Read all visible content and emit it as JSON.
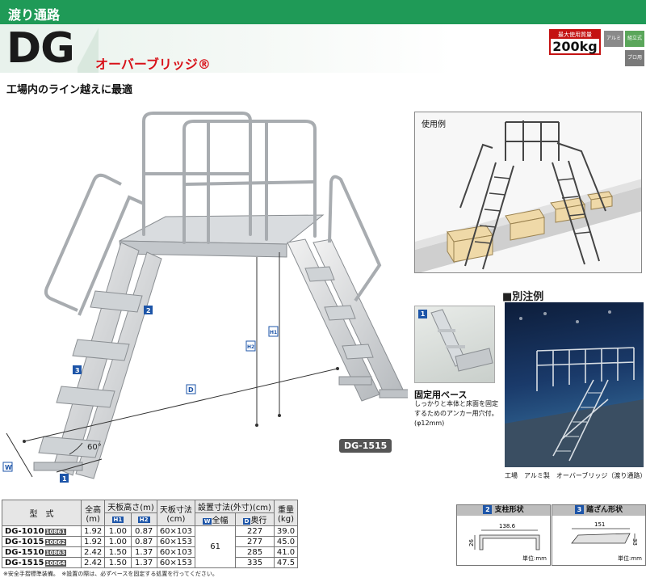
{
  "header": {
    "category": "渡り通路",
    "model_code": "DG",
    "product_name": "オーバーブリッジ®",
    "max_load_label": "最大使用質量",
    "max_load_value": "200kg",
    "materials": [
      "アルミ",
      "組立式",
      "プロ用"
    ]
  },
  "tagline": "工場内のライン越えに最適",
  "hero": {
    "model_label": "DG-1515",
    "callouts": [
      "1",
      "2",
      "3"
    ],
    "dimension_labels": [
      "D",
      "H1",
      "H2",
      "W"
    ],
    "angle": "60°"
  },
  "usage": {
    "title": "使用例"
  },
  "custom": {
    "title": "■別注例",
    "base_number": "1",
    "base_title": "固定用ベース",
    "base_desc": "しっかりと本体と床面を固定するためのアンカー用穴付。(φ12mm)",
    "photo_caption": "工場　アルミ製　オーバーブリッジ（渡り通路）"
  },
  "spec_table": {
    "h_model": "型　式",
    "h_height": "全高",
    "h_height_unit": "(m)",
    "h_top": "天板高さ(m)",
    "h_h1": "H1",
    "h_h2": "H2",
    "h_board": "天板寸法",
    "h_board_unit": "(cm)",
    "h_install": "設置寸法(外寸)(cm)",
    "h_w_mark": "W",
    "h_w": "全幅",
    "h_d_mark": "D",
    "h_d": "奥行",
    "h_weight": "重量",
    "h_weight_unit": "(kg)",
    "shared_width": "61",
    "rows": [
      {
        "model": "DG-1010",
        "code": "10861",
        "height": "1.92",
        "h1": "1.00",
        "h2": "0.87",
        "board": "60×103",
        "depth": "227",
        "weight": "39.0"
      },
      {
        "model": "DG-1015",
        "code": "10862",
        "height": "1.92",
        "h1": "1.00",
        "h2": "0.87",
        "board": "60×153",
        "depth": "277",
        "weight": "45.0"
      },
      {
        "model": "DG-1510",
        "code": "10863",
        "height": "2.42",
        "h1": "1.50",
        "h2": "1.37",
        "board": "60×103",
        "depth": "285",
        "weight": "41.0"
      },
      {
        "model": "DG-1515",
        "code": "10864",
        "height": "2.42",
        "h1": "1.50",
        "h2": "1.37",
        "board": "60×153",
        "depth": "335",
        "weight": "47.5"
      }
    ]
  },
  "footnote": "※安全手摺標準装備。　※設置の際は、必ずベースを固定する処置を行ってください。",
  "shapes": [
    {
      "number": "2",
      "title": "支柱形状",
      "dims": [
        "138.6",
        "26"
      ],
      "unit": "単位:mm"
    },
    {
      "number": "3",
      "title": "踏ざん形状",
      "dims": [
        "151",
        "33"
      ],
      "unit": "単位:mm"
    }
  ],
  "colors": {
    "brand_green": "#1f9a57",
    "accent_red": "#d8121a",
    "callout_blue": "#1d55a8"
  }
}
